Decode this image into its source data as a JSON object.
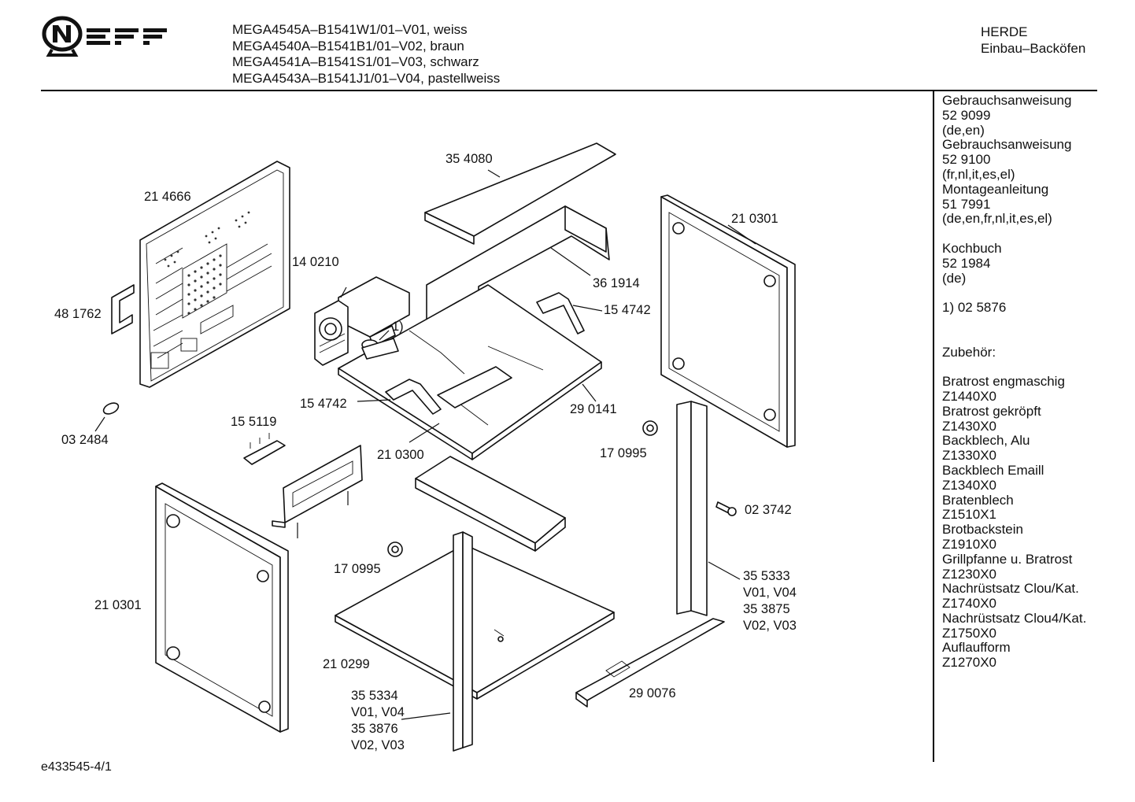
{
  "header": {
    "models": [
      "MEGA4545A–B1541W1/01–V01, weiss",
      "MEGA4540A–B1541B1/01–V02, braun",
      "MEGA4541A–B1541S1/01–V03, schwarz",
      "MEGA4543A–B1541J1/01–V04, pastellweiss"
    ],
    "category": [
      "HERDE",
      "Einbau–Backöfen"
    ]
  },
  "sidebar": {
    "lines": [
      "Gebrauchsanweisung",
      "52 9099",
      "(de,en)",
      "Gebrauchsanweisung",
      "52 9100",
      "(fr,nl,it,es,el)",
      "Montageanleitung",
      "51 7991",
      "(de,en,fr,nl,it,es,el)",
      "",
      "Kochbuch",
      "52 1984",
      "(de)",
      "",
      "1) 02 5876",
      "",
      "",
      "Zubehör:",
      "",
      "Bratrost engmaschig",
      "Z1440X0",
      "Bratrost gekröpft",
      "Z1430X0",
      "Backblech, Alu",
      "Z1330X0",
      "Backblech Emaill",
      "Z1340X0",
      "Bratenblech",
      "Z1510X1",
      "Brotbackstein",
      "Z1910X0",
      "Grillpfanne u. Bratrost",
      "Z1230X0",
      "Nachrüstsatz Clou/Kat.",
      "Z1740X0",
      "Nachrüstsatz Clou4/Kat.",
      "Z1750X0",
      "Auflaufform",
      "Z1270X0"
    ]
  },
  "footer": {
    "code": "e433545-4/1"
  },
  "parts": [
    {
      "id": "p-214666",
      "text": "21 4666"
    },
    {
      "id": "p-481762",
      "text": "48 1762"
    },
    {
      "id": "p-140210",
      "text": "14 0210"
    },
    {
      "id": "p-354080",
      "text": "35 4080"
    },
    {
      "id": "p-361914",
      "text": "36 1914"
    },
    {
      "id": "p-154742a",
      "text": "15 4742"
    },
    {
      "id": "p-210301a",
      "text": "21 0301"
    },
    {
      "id": "p-note1",
      "text": "1)"
    },
    {
      "id": "p-154742b",
      "text": "15 4742"
    },
    {
      "id": "p-290141",
      "text": "29 0141"
    },
    {
      "id": "p-032484",
      "text": "03 2484"
    },
    {
      "id": "p-155119",
      "text": "15 5119"
    },
    {
      "id": "p-210300",
      "text": "21 0300"
    },
    {
      "id": "p-170995a",
      "text": "17 0995"
    },
    {
      "id": "p-023742",
      "text": "02 3742"
    },
    {
      "id": "p-210301b",
      "text": "21 0301"
    },
    {
      "id": "p-170995b",
      "text": "17 0995"
    },
    {
      "id": "p-355333",
      "text": "35 5333"
    },
    {
      "id": "p-355333v",
      "text": "V01, V04"
    },
    {
      "id": "p-353875",
      "text": "35 3875"
    },
    {
      "id": "p-353875v",
      "text": "V02, V03"
    },
    {
      "id": "p-210299",
      "text": "21 0299"
    },
    {
      "id": "p-290076",
      "text": "29 0076"
    },
    {
      "id": "p-355334",
      "text": "35 5334"
    },
    {
      "id": "p-355334v",
      "text": "V01, V04"
    },
    {
      "id": "p-353876",
      "text": "35 3876"
    },
    {
      "id": "p-353876v",
      "text": "V02, V03"
    }
  ],
  "icons": {
    "logo": "neff-logo"
  }
}
